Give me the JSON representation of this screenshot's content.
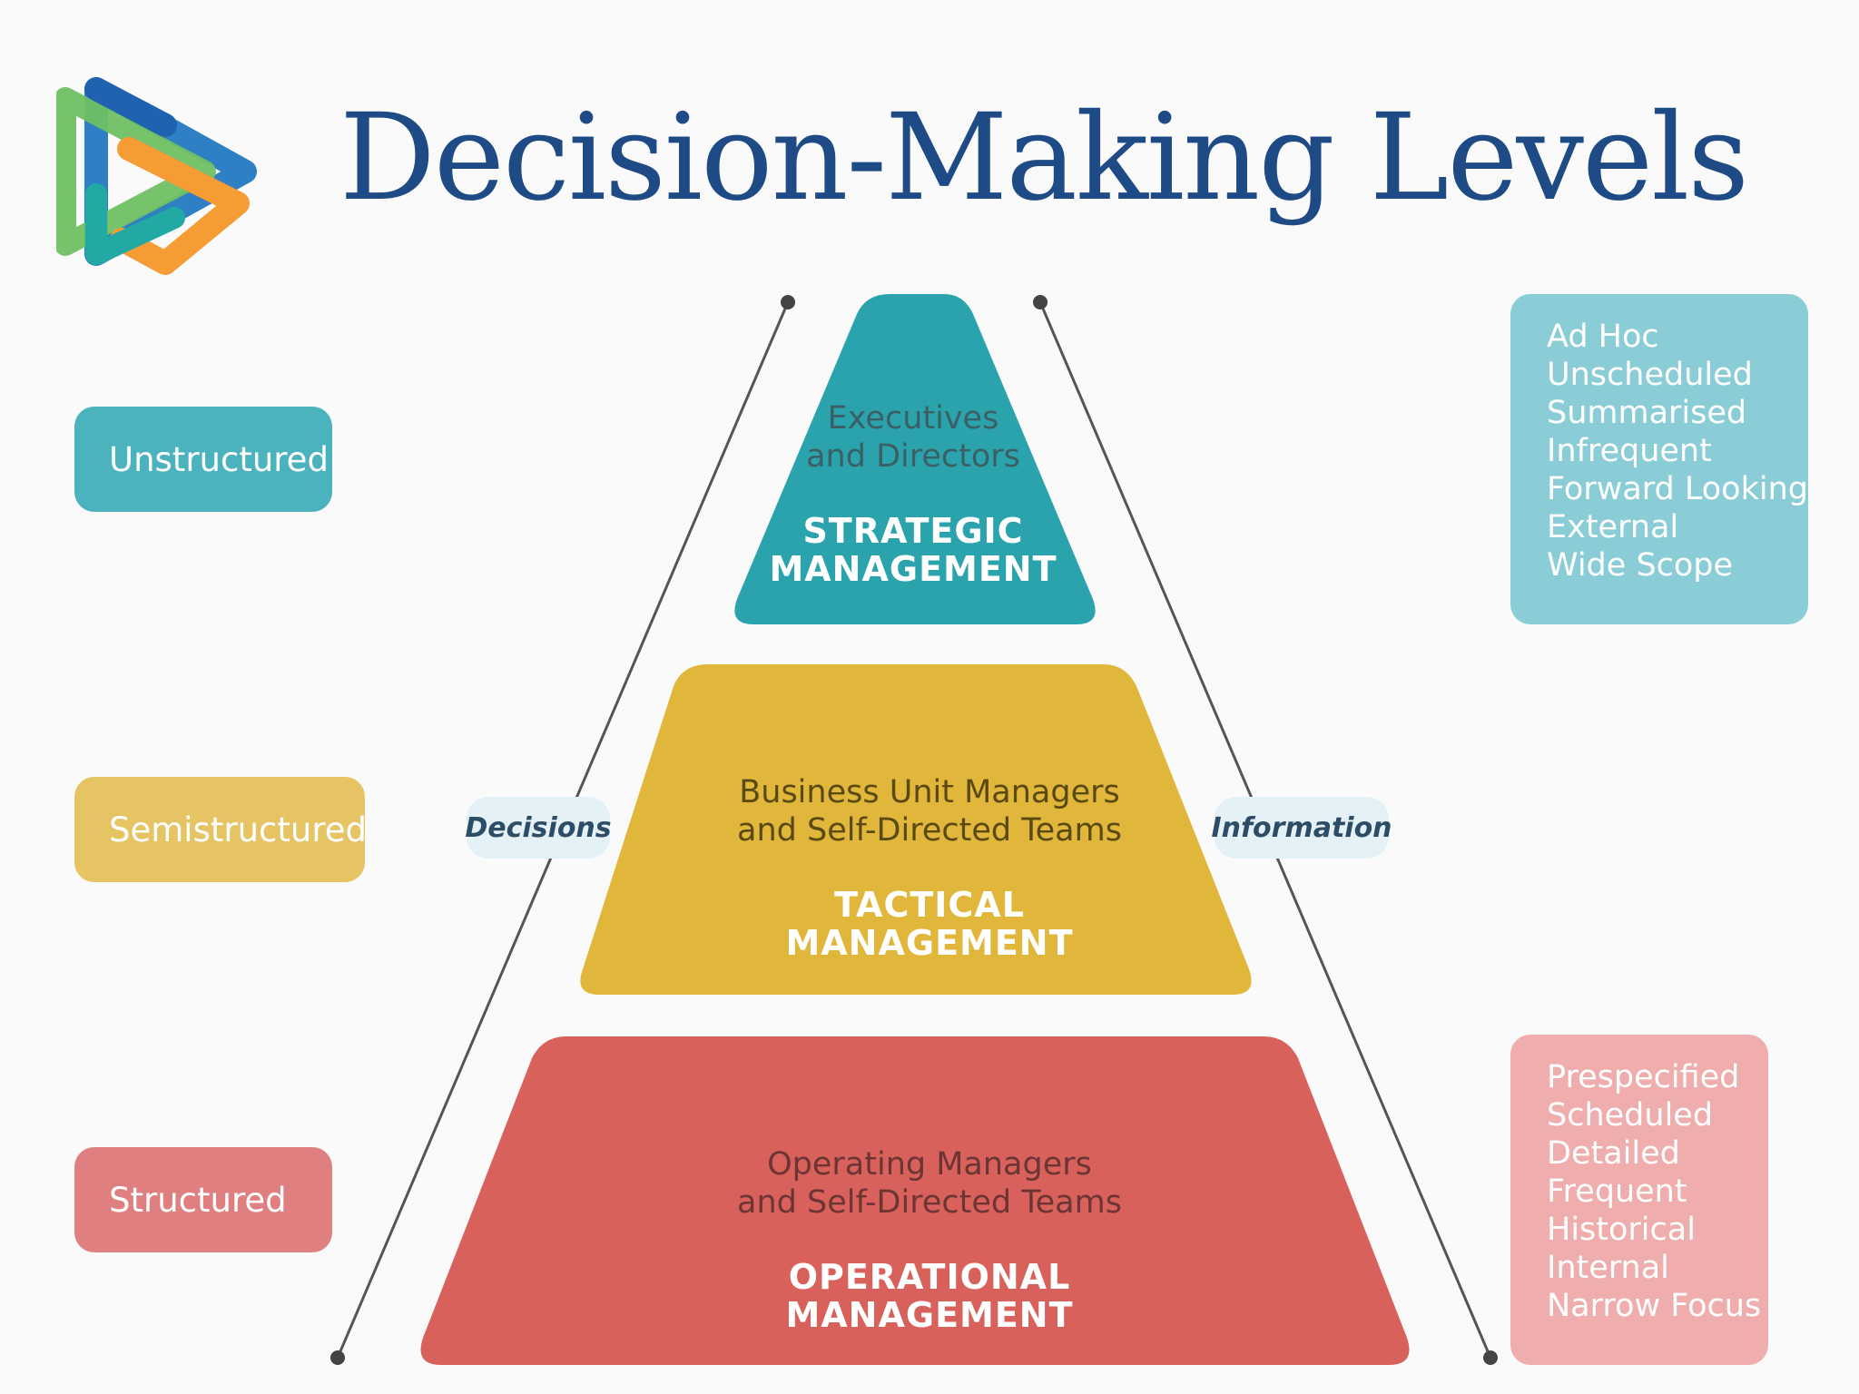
{
  "title": "Decision-Making Levels",
  "logo": {
    "icon": "play-triangles-logo-icon"
  },
  "decision_types": {
    "unstructured": "Unstructured",
    "semistructured": "Semistructured",
    "structured": "Structured"
  },
  "axis_tags": {
    "decisions": "Decisions",
    "information": "Information"
  },
  "levels": {
    "strategic": {
      "who_line1": "Executives",
      "who_line2": "and Directors",
      "mgmt_line1": "STRATEGIC",
      "mgmt_line2": "MANAGEMENT"
    },
    "tactical": {
      "who_line1": "Business Unit Managers",
      "who_line2": "and Self-Directed Teams",
      "mgmt_line1": "TACTICAL",
      "mgmt_line2": "MANAGEMENT"
    },
    "operational": {
      "who_line1": "Operating Managers",
      "who_line2": "and Self-Directed Teams",
      "mgmt_line1": "OPERATIONAL",
      "mgmt_line2": "MANAGEMENT"
    }
  },
  "information_top": [
    "Ad Hoc",
    "Unscheduled",
    "Summarised",
    "Infrequent",
    "Forward Looking",
    "External",
    "Wide Scope"
  ],
  "information_bottom": [
    "Prespecified",
    "Scheduled",
    "Detailed",
    "Frequent",
    "Historical",
    "Internal",
    "Narrow Focus"
  ],
  "colors": {
    "title": "#1e4a86",
    "strategic": "#2ba3ad",
    "tactical": "#e0b63b",
    "operational": "#d9615b",
    "unstructured": "#4bb3be",
    "semistructured": "#e6c463",
    "structured": "#e07f7f",
    "info_top": "#8acdd6",
    "info_bottom": "#efadad"
  }
}
